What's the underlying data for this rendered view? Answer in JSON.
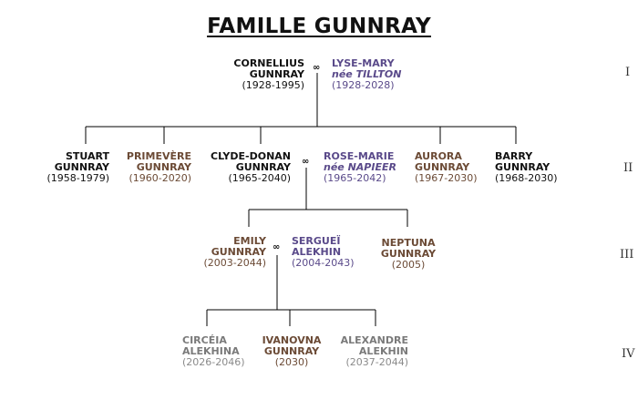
{
  "title": "FAMILLE GUNNRAY",
  "marriage_symbol": "∞",
  "colors": {
    "direct": "#111111",
    "blood": "#6b4a35",
    "spouse": "#5a4a8a",
    "grand": "#7a7a7a",
    "grand_year": "#8a8a8a"
  },
  "generations": [
    "I",
    "II",
    "III",
    "IV"
  ],
  "people": {
    "cornellius": {
      "line1": "CORNELLIUS",
      "line2": "GUNNRAY",
      "years": "(1928-1995)"
    },
    "lyse_mary": {
      "line1": "LYSE-MARY",
      "line2": "née TILLTON",
      "years": "(1928-2028)"
    },
    "stuart": {
      "line1": "STUART",
      "line2": "GUNNRAY",
      "years": "(1958-1979)"
    },
    "primevere": {
      "line1": "PRIMEVÈRE",
      "line2": "GUNNRAY",
      "years": "(1960-2020)"
    },
    "clyde_donan": {
      "line1": "CLYDE-DONAN",
      "line2": "GUNNRAY",
      "years": "(1965-2040)"
    },
    "rose_marie": {
      "line1": "ROSE-MARIE",
      "line2": "née NAPIEER",
      "years": "(1965-2042)"
    },
    "aurora": {
      "line1": "AURORA",
      "line2": "GUNNRAY",
      "years": "(1967-2030)"
    },
    "barry": {
      "line1": "BARRY",
      "line2": "GUNNRAY",
      "years": "(1968-2030)"
    },
    "emily": {
      "line1": "EMILY",
      "line2": "GUNNRAY",
      "years": "(2003-2044)"
    },
    "serguei": {
      "line1": "SERGUEÏ",
      "line2": "ALEKHIN",
      "years": "(2004-2043)"
    },
    "neptuna": {
      "line1": "NEPTUNA",
      "line2": "GUNNRAY",
      "years": "(2005)"
    },
    "irceia": {
      "line1": "CIRCÉIA",
      "line2": "ALEKHINA",
      "years": "(2026-2046)"
    },
    "ivanovna": {
      "line1": "IVANOVNA",
      "line2": "GUNNRAY",
      "years": "(2030)"
    },
    "alexandre": {
      "line1": "ALEXANDRE",
      "line2": "ALEKHIN",
      "years": "(2037-2044)"
    }
  }
}
